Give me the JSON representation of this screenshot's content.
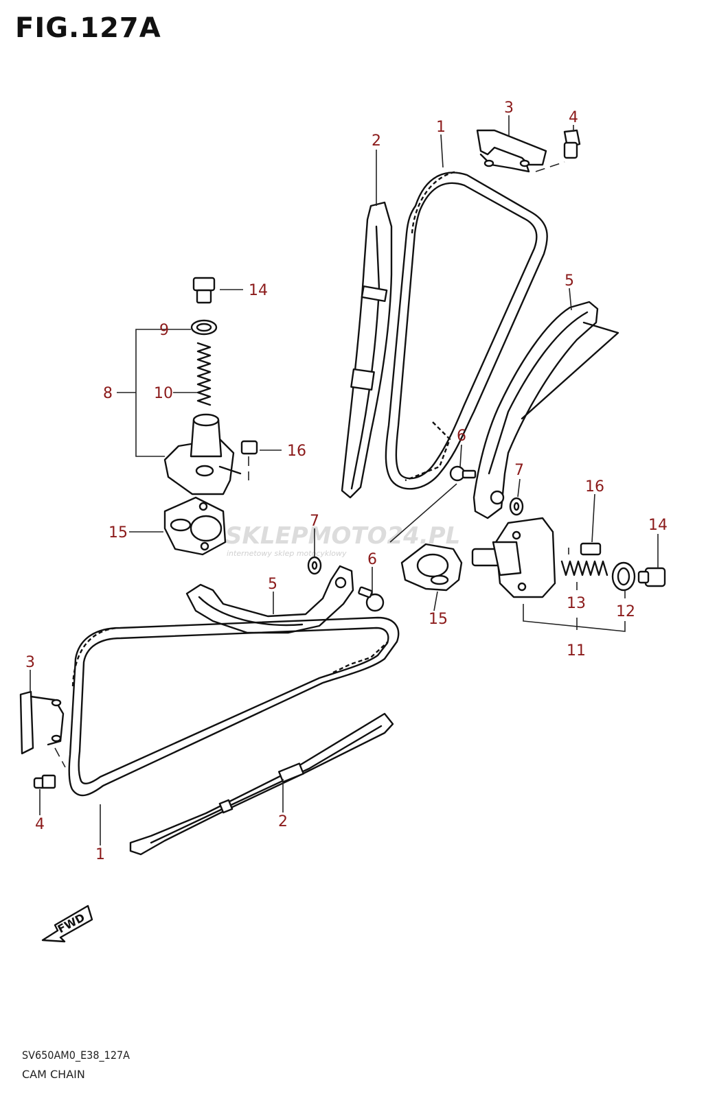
{
  "figure": {
    "title": "FIG.127A",
    "code": "SV650AM0_E38_127A",
    "subtitle": "CAM CHAIN"
  },
  "watermark": {
    "brand": "SKLEPMOTO24.PL",
    "tagline": "internetowy sklep motocyklowy"
  },
  "fwd_label": "FWD",
  "callouts": [
    {
      "id": "c1a",
      "label": "1"
    },
    {
      "id": "c2a",
      "label": "2"
    },
    {
      "id": "c3a",
      "label": "3"
    },
    {
      "id": "c4a",
      "label": "4"
    },
    {
      "id": "c5a",
      "label": "5"
    },
    {
      "id": "c14a",
      "label": "14"
    },
    {
      "id": "c9",
      "label": "9"
    },
    {
      "id": "c8",
      "label": "8"
    },
    {
      "id": "c10",
      "label": "10"
    },
    {
      "id": "c16a",
      "label": "16"
    },
    {
      "id": "c6a",
      "label": "6"
    },
    {
      "id": "c7a",
      "label": "7"
    },
    {
      "id": "c16b",
      "label": "16"
    },
    {
      "id": "c14b",
      "label": "14"
    },
    {
      "id": "c15a",
      "label": "15"
    },
    {
      "id": "c7b",
      "label": "7"
    },
    {
      "id": "c6b",
      "label": "6"
    },
    {
      "id": "c5b",
      "label": "5"
    },
    {
      "id": "c15b",
      "label": "15"
    },
    {
      "id": "c13",
      "label": "13"
    },
    {
      "id": "c12",
      "label": "12"
    },
    {
      "id": "c11",
      "label": "11"
    },
    {
      "id": "c3b",
      "label": "3"
    },
    {
      "id": "c4b",
      "label": "4"
    },
    {
      "id": "c2b",
      "label": "2"
    },
    {
      "id": "c1b",
      "label": "1"
    }
  ]
}
